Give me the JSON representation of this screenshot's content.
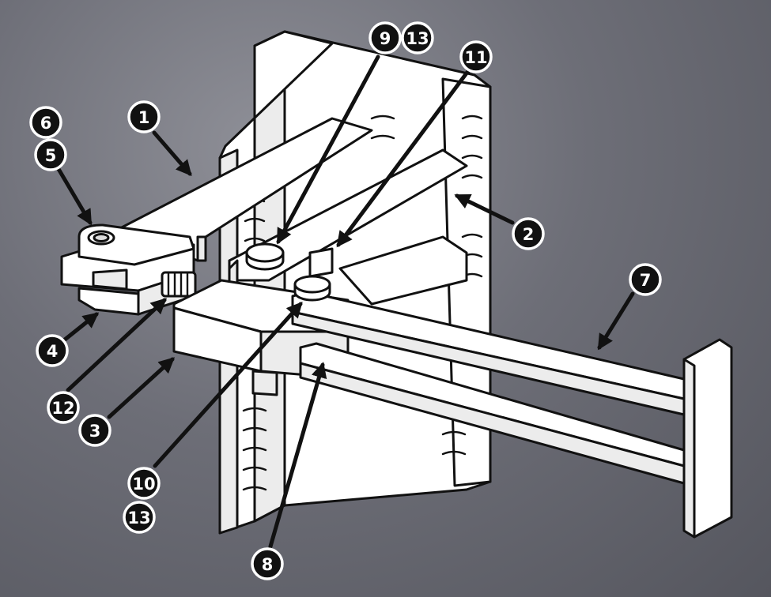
{
  "callouts": {
    "c1": "1",
    "c2": "2",
    "c3": "3",
    "c4": "4",
    "c5": "5",
    "c6": "6",
    "c7": "7",
    "c8": "8",
    "c9": "9",
    "c10": "10",
    "c11": "11",
    "c12": "12",
    "c13a": "13",
    "c13b": "13"
  },
  "colors": {
    "background": "#6d6e77",
    "line": "#111111",
    "part_fill": "#ffffff",
    "badge_fill": "#111111",
    "badge_text": "#ffffff"
  }
}
